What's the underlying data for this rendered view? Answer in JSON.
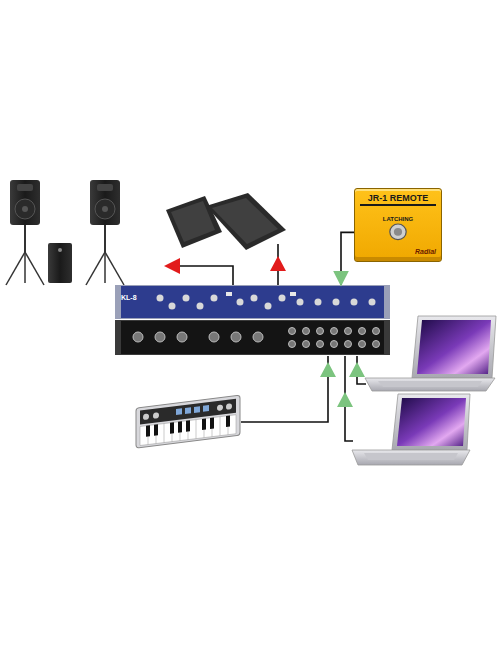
{
  "diagram": {
    "nodes": [
      {
        "text": [
          "JR-1 REMOTE",
          "LATCHING",
          "Radial"
        ]
      },
      {
        "text": [
          "KL-8"
        ]
      }
    ],
    "edges": [
      {
        "from": 0,
        "to": 1,
        "arrow": "to"
      }
    ]
  }
}
